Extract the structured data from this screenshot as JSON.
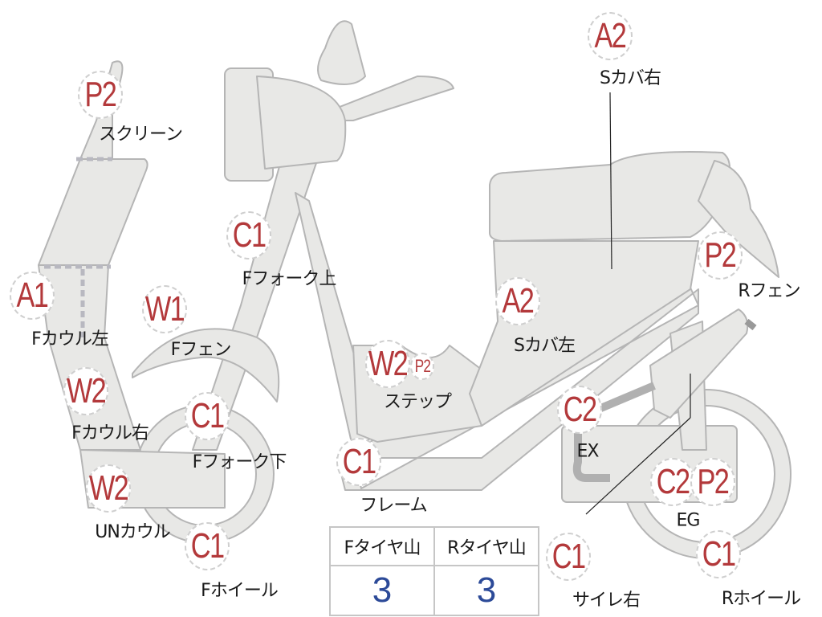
{
  "colors": {
    "part_fill": "#e8e8e6",
    "part_stroke": "#b5b5b5",
    "grade": "#b3393b",
    "tire_value": "#2c4a98"
  },
  "parts": [
    {
      "grade": "P2",
      "label": "スクリーン"
    },
    {
      "grade": "A1",
      "label": "Fカウル左"
    },
    {
      "grade": "W1",
      "label": "Fフェン"
    },
    {
      "grade": "C1",
      "label": "Fフォーク上"
    },
    {
      "grade": "W2",
      "label": "Fカウル右"
    },
    {
      "grade": "C1",
      "label": "Fフォーク下"
    },
    {
      "grade": "W2",
      "label": "UNカウル"
    },
    {
      "grade": "C1",
      "label": "Fホイール"
    },
    {
      "grade": "W2",
      "grade2": "P2",
      "label": "ステップ"
    },
    {
      "grade": "C1",
      "label": "フレーム"
    },
    {
      "grade": "A2",
      "label": "Sカバ左"
    },
    {
      "grade": "A2",
      "label": "Sカバ右"
    },
    {
      "grade": "P2",
      "label": "Rフェン"
    },
    {
      "grade": "C2",
      "label": "EX"
    },
    {
      "grade": "C2",
      "grade2": "P2",
      "label": "EG"
    },
    {
      "grade": "C1",
      "label": "サイレ右"
    },
    {
      "grade": "C1",
      "label": "Rホイール"
    }
  ],
  "tire": {
    "headers": [
      "Fタイヤ山",
      "Rタイヤ山"
    ],
    "values": [
      "3",
      "3"
    ]
  }
}
